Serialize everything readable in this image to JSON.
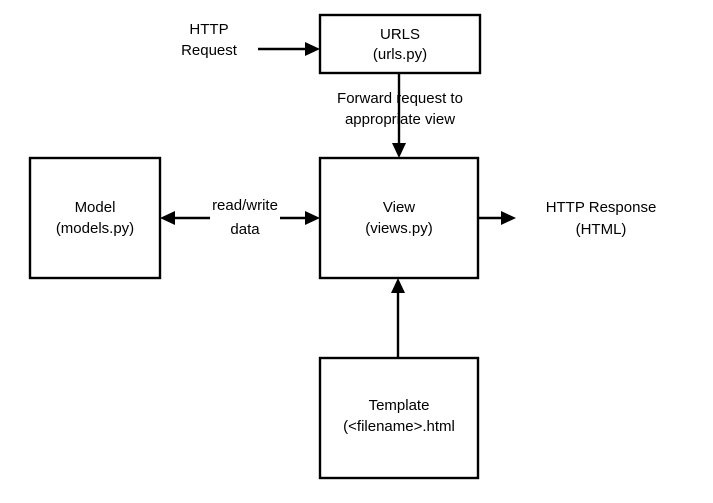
{
  "diagram": {
    "title": "Django MVT request flow",
    "background_color": "#ffffff",
    "stroke_color": "#000000",
    "text_color": "#000000",
    "nodes": [
      {
        "id": "urls",
        "line1": "URLS",
        "line2": "(urls.py)"
      },
      {
        "id": "model",
        "line1": "Model",
        "line2": "(models.py)"
      },
      {
        "id": "view",
        "line1": "View",
        "line2": "(views.py)"
      },
      {
        "id": "template",
        "line1": "Template",
        "line2": "(<filename>.html"
      }
    ],
    "labels": [
      {
        "id": "http-request",
        "line1": "HTTP",
        "line2": "Request"
      },
      {
        "id": "forward-request",
        "line1": "Forward request to",
        "line2": "appropriate view"
      },
      {
        "id": "read-write-data",
        "line1": "read/write",
        "line2": "data"
      },
      {
        "id": "http-response",
        "line1": "HTTP Response",
        "line2": "(HTML)"
      }
    ]
  }
}
